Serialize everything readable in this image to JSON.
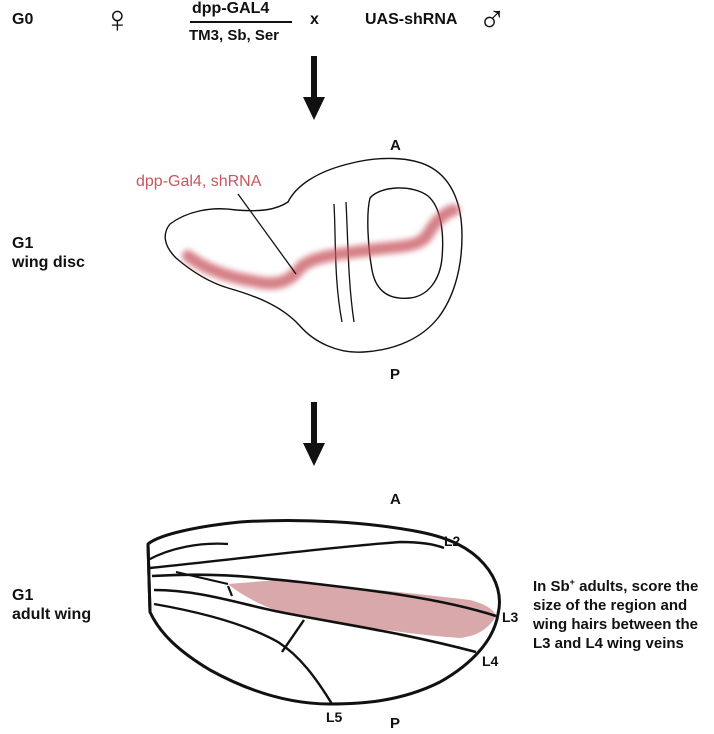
{
  "cross": {
    "g0_label": "G0",
    "female_symbol": "♀",
    "female_genotype_top": "dpp-GAL4",
    "female_genotype_bottom": "TM3, Sb, Ser",
    "cross_symbol": "x",
    "male_genotype": "UAS-shRNA",
    "male_symbol": "♂"
  },
  "wing_disc": {
    "label_line1": "G1",
    "label_line2": "wing disc",
    "anterior": "A",
    "posterior": "P",
    "stripe_label": "dpp-Gal4, shRNA",
    "stripe_color": "#c8555f"
  },
  "adult_wing": {
    "label_line1": "G1",
    "label_line2": "adult wing",
    "anterior": "A",
    "posterior": "P",
    "vein_l2": "L2",
    "vein_l3": "L3",
    "vein_l4": "L4",
    "vein_l5": "L5",
    "region_color": "#d9a8aa",
    "note_prefix": "In Sb",
    "note_superscript": "+",
    "note_rest": " adults, score the size of the region and wing hairs between the L3 and L4 wing veins"
  }
}
